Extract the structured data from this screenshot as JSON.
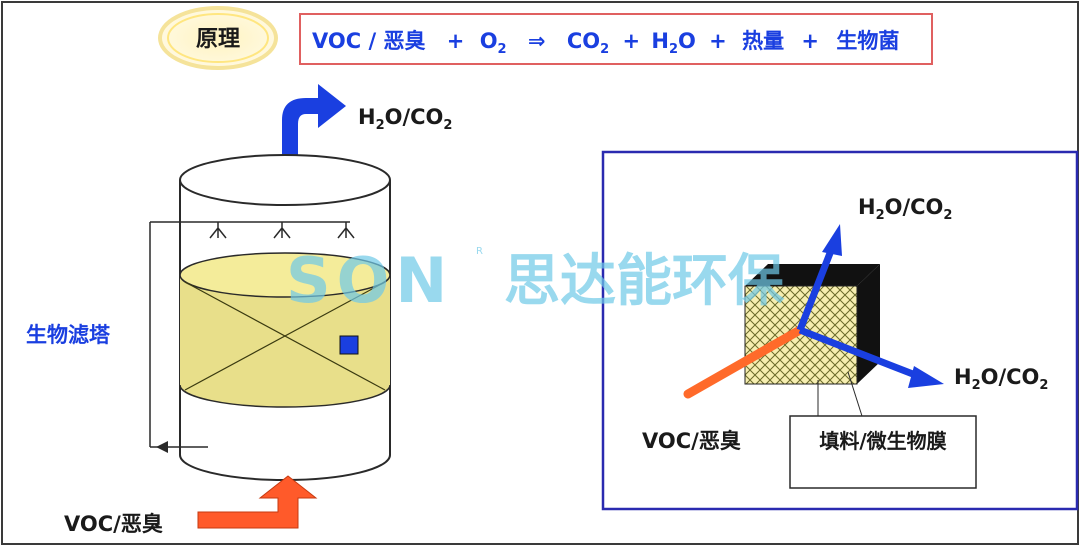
{
  "principle_label": "原理",
  "equation": {
    "voc": "VOC / 恶臭",
    "plus1": "+",
    "o2": "O",
    "o2_sub": "2",
    "arrow": "⇒",
    "co2": "CO",
    "co2_sub": "2",
    "plus2": "+",
    "h2o_h": "H",
    "h2o_sub": "2",
    "h2o_o": "O",
    "plus3": "+",
    "heat": "热量",
    "plus4": "+",
    "bio": "生物菌"
  },
  "tower": {
    "label": "生物滤塔",
    "outlet": {
      "h": "H",
      "sub": "2",
      "rest": "O/CO",
      "sub2": "2"
    },
    "inlet_label": "VOC/恶臭"
  },
  "detail": {
    "out_top": {
      "h": "H",
      "sub": "2",
      "rest": "O/CO",
      "sub2": "2"
    },
    "out_right": {
      "h": "H",
      "sub": "2",
      "rest": "O/CO",
      "sub2": "2"
    },
    "in_label": "VOC/恶臭",
    "media_label": "填料/微生物膜"
  },
  "watermark": {
    "logo": "SON",
    "reg": "R",
    "text": "思达能环保"
  },
  "colors": {
    "border": "#3a3a3a",
    "blue": "#1a3fe0",
    "orange": "#ff6a2a",
    "media": "#f6eeb0",
    "watermark": "#6fc9e8",
    "eq_border": "#e06060",
    "label_fill": "#fff7d0"
  }
}
